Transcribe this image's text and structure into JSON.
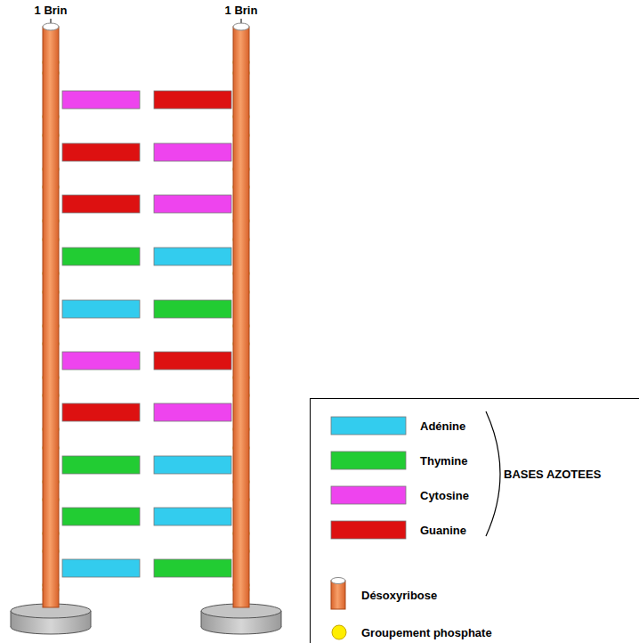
{
  "diagram": {
    "labels": [
      "1 Brin",
      "1 Brin",
      "BASES AZOTEES"
    ],
    "legend": [
      {
        "text": "Adénine",
        "color": "#33ccee"
      },
      {
        "text": "Thymine",
        "color": "#22cc33"
      },
      {
        "text": "Cytosine",
        "color": "#ee44ee"
      },
      {
        "text": "Guanine",
        "color": "#dd1111"
      },
      {
        "text": "Désoxyribose"
      },
      {
        "text": "Groupement phosphate"
      }
    ]
  }
}
